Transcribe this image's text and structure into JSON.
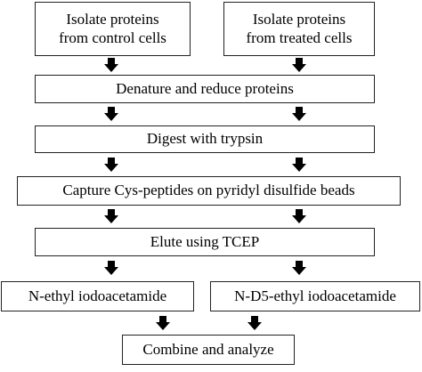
{
  "diagram": {
    "type": "flowchart",
    "steps": {
      "isolate_control": [
        "Isolate proteins",
        "from control cells"
      ],
      "isolate_treated": [
        "Isolate proteins",
        "from treated cells"
      ],
      "denature": "Denature and reduce proteins",
      "digest": "Digest with trypsin",
      "capture": "Capture Cys-peptides on pyridyl disulfide beads",
      "elute": "Elute using TCEP",
      "label_light": "N-ethyl iodoacetamide",
      "label_heavy": "N-D5-ethyl iodoacetamide",
      "combine": "Combine and analyze"
    },
    "arrow_icon": "down-arrow-icon",
    "colors": {
      "stroke": "#222222",
      "arrow_fill": "#000000",
      "background": "#ffffff"
    }
  }
}
